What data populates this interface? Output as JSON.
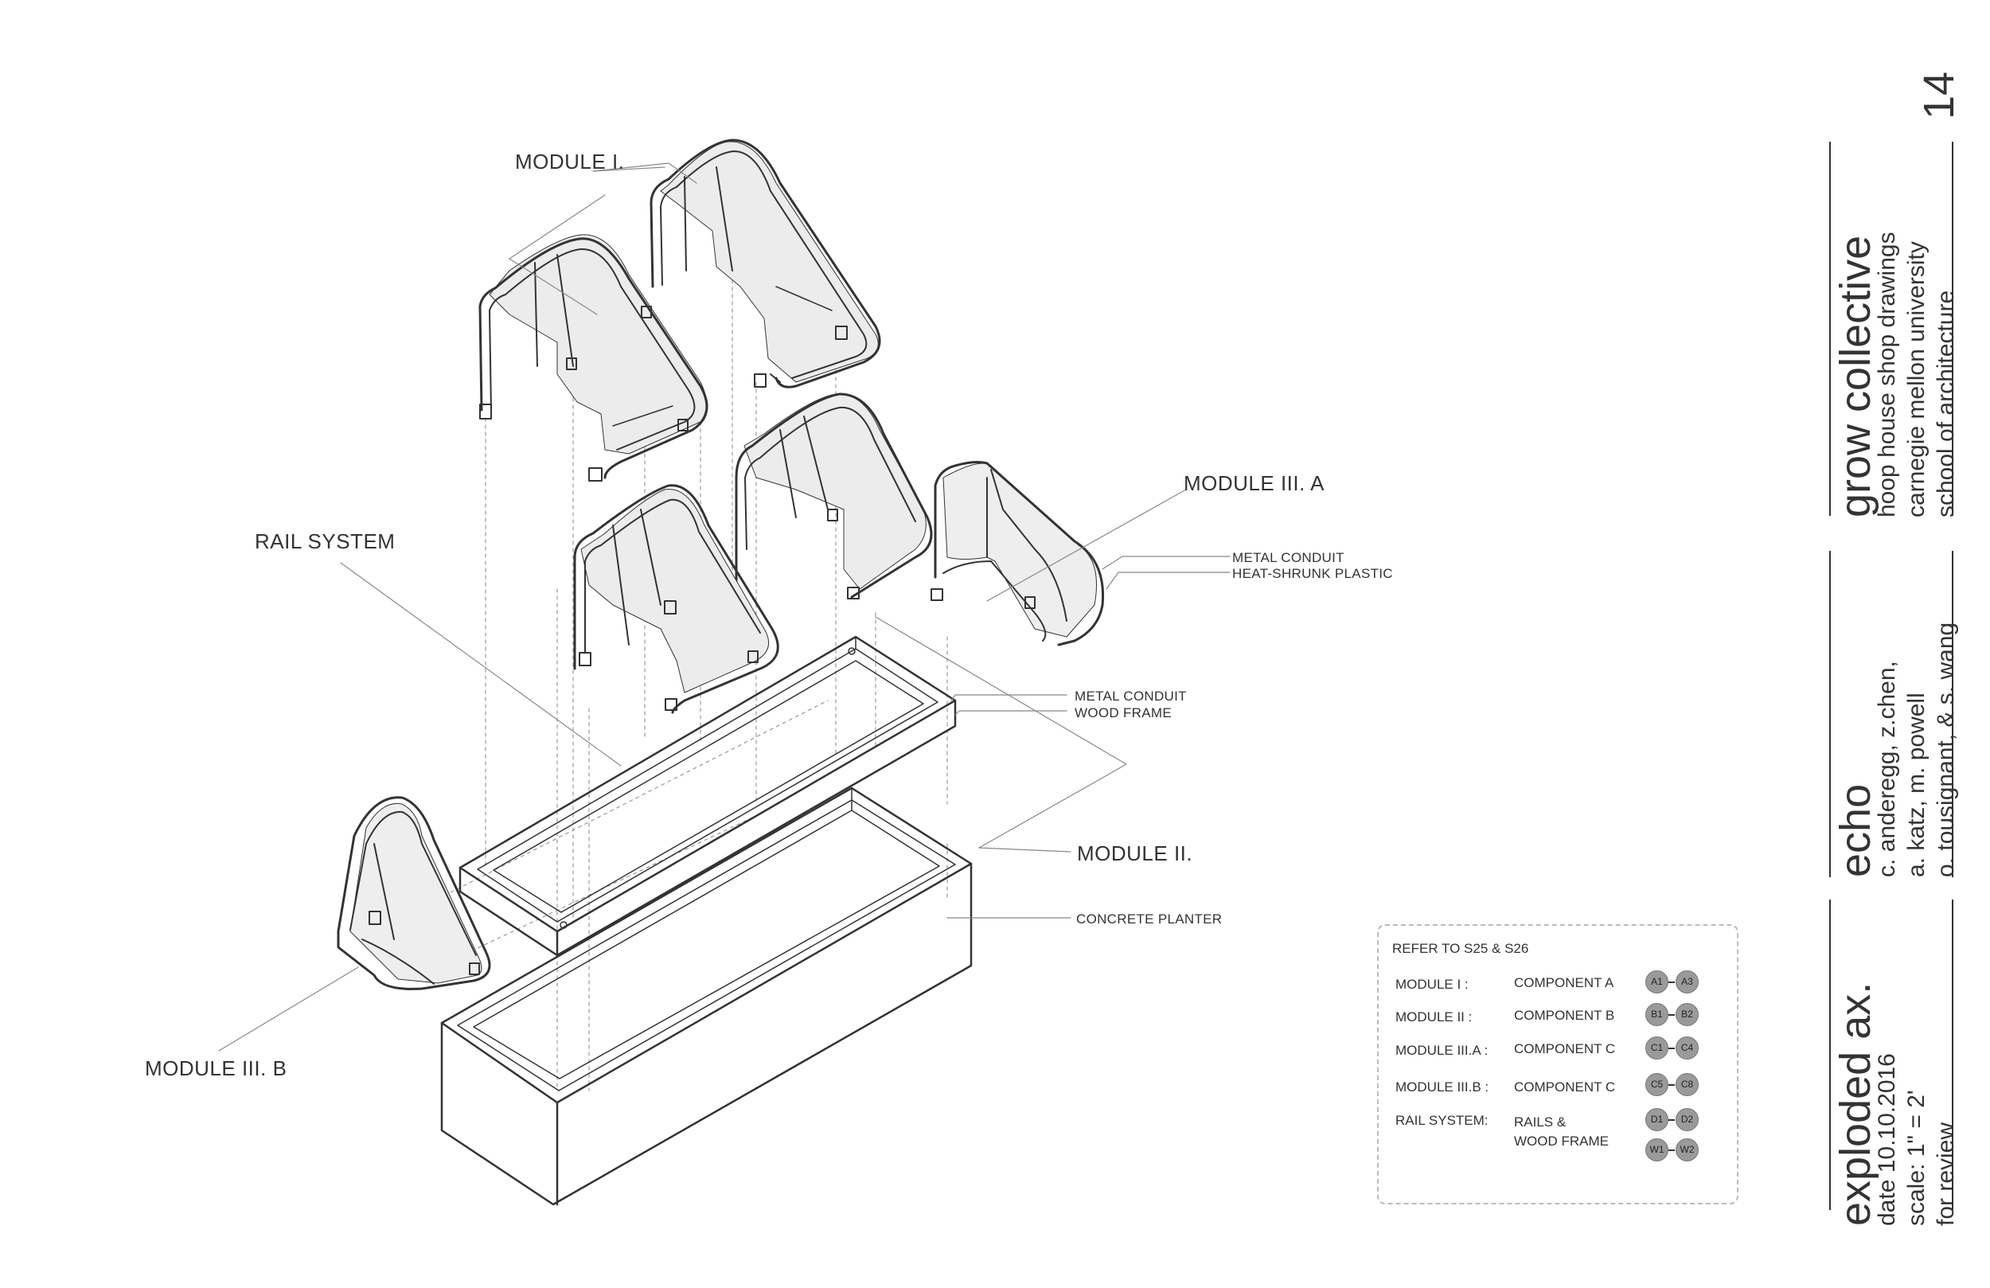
{
  "labels": {
    "module_i": "MODULE I.",
    "module_ii": "MODULE II.",
    "module_iii_a": "MODULE III. A",
    "module_iii_b": "MODULE III. B",
    "rail_system": "RAIL SYSTEM",
    "metal_conduit_top": "METAL CONDUIT",
    "heat_shrunk_plastic": "HEAT-SHRUNK PLASTIC",
    "metal_conduit_mid": "METAL CONDUIT",
    "wood_frame": "WOOD FRAME",
    "concrete_planter": "CONCRETE PLANTER"
  },
  "legend": {
    "header": "REFER TO S25 & S26",
    "rows": [
      {
        "module": "MODULE I :",
        "component": "COMPONENT A",
        "chips": [
          [
            "A1",
            "A3"
          ]
        ]
      },
      {
        "module": "MODULE II :",
        "component": "COMPONENT B",
        "chips": [
          [
            "B1",
            "B2"
          ]
        ]
      },
      {
        "module": "MODULE III.A :",
        "component": "COMPONENT C",
        "chips": [
          [
            "C1",
            "C4"
          ]
        ]
      },
      {
        "module": "MODULE III.B :",
        "component": "COMPONENT C",
        "chips": [
          [
            "C5",
            "C8"
          ]
        ]
      },
      {
        "module": "RAIL SYSTEM:",
        "component": "RAILS &",
        "component2": "WOOD FRAME",
        "chips": [
          [
            "D1",
            "D2"
          ],
          [
            "W1",
            "W2"
          ]
        ]
      }
    ]
  },
  "title_block": {
    "page_number": "14",
    "collective": "grow collective",
    "subtitle_1": "hoop house shop drawings",
    "subtitle_2": "carnegie mellon university",
    "subtitle_3": "school of architecture",
    "project": "echo",
    "authors_1": "c. anderegg, z.chen,",
    "authors_2": "a. katz, m. powell",
    "authors_3": "o. tousignant, & s. wang",
    "sheet_title": "exploded ax.",
    "date": "date 10.10.2016",
    "scale": "scale: 1\" = 2'",
    "status": "for review"
  },
  "colors": {
    "line": "#333333",
    "plastic_fill": "#e6e6e6",
    "chip_fill": "#9a9a9a",
    "legend_border": "#bbbbbb"
  }
}
